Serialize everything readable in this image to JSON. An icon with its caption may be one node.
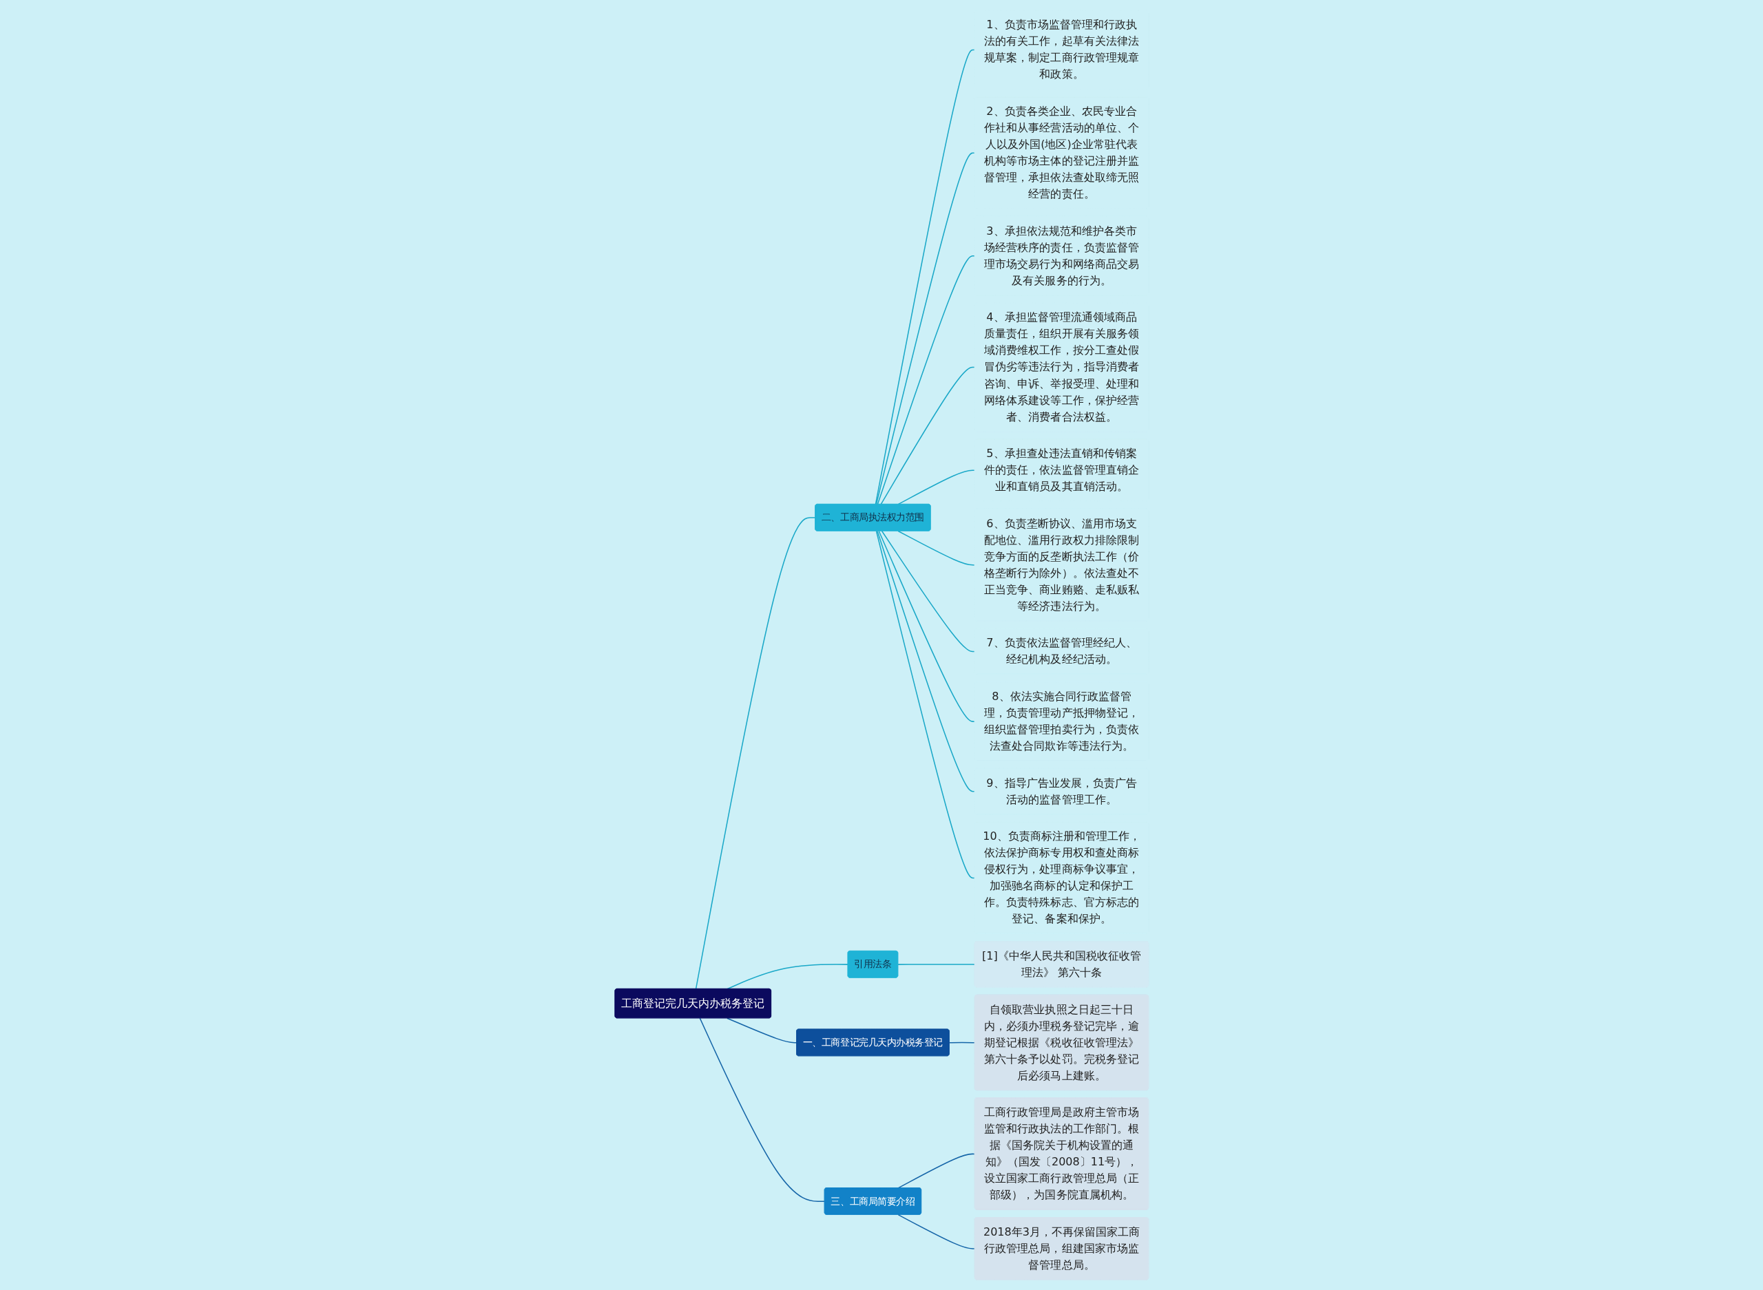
{
  "diagram": {
    "nodes": [
      {
        "text": [
          "工商登记完几天内办税务登记"
        ]
      },
      {
        "text": [
          "二、工商局执法权力范围"
        ]
      },
      {
        "text": [
          "1、负责市场监督管理和行政执法的有关工作，起草有关法律法规草案，制定工商行政管理规章和政策。"
        ]
      },
      {
        "text": [
          "2、负责各类企业、农民专业合作社和从事经营活动的单位、个人以及外国(地区)企业常驻代表机构等市场主体的登记注册并监督管理，承担依法查处取缔无照经营的责任。"
        ]
      },
      {
        "text": [
          "3、承担依法规范和维护各类市场经营秩序的责任，负责监督管理市场交易行为和网络商品交易及有关服务的行为。"
        ]
      },
      {
        "text": [
          "4、承担监督管理流通领域商品质量责任，组织开展有关服务领域消费维权工作，按分工查处假冒伪劣等违法行为，指导消费者咨询、申诉、举报受理、处理和网络体系建设等工作，保护经营者、消费者合法权益。"
        ]
      },
      {
        "text": [
          "5、承担查处违法直销和传销案件的责任，依法监督管理直销企业和直销员及其直销活动。"
        ]
      },
      {
        "text": [
          "6、负责垄断协议、滥用市场支配地位、滥用行政权力排除限制竞争方面的反垄断执法工作（价格垄断行为除外）。依法查处不正当竞争、商业贿赂、走私贩私等经济违法行为。"
        ]
      },
      {
        "text": [
          "7、负责依法监督管理经纪人、经纪机构及经纪活动。"
        ]
      },
      {
        "text": [
          "8、依法实施合同行政监督管理，负责管理动产抵押物登记，组织监督管理拍卖行为，负责依法查处合同欺诈等违法行为。"
        ]
      },
      {
        "text": [
          "9、指导广告业发展，负责广告活动的监督管理工作。"
        ]
      },
      {
        "text": [
          "10、负责商标注册和管理工作，依法保护商标专用权和查处商标侵权行为，处理商标争议事宜，加强驰名商标的认定和保护工作。负责特殊标志、官方标志的登记、备案和保护。"
        ]
      },
      {
        "text": [
          "引用法条"
        ]
      },
      {
        "text": [
          "[1]《中华人民共和国税收征收管理法》 第六十条"
        ]
      },
      {
        "text": [
          "一、工商登记完几天内办税务登记"
        ]
      },
      {
        "text": [
          "自领取营业执照之日起三十日内，必须办理税务登记完毕，逾期登记根据《税收征收管理法》第六十条予以处罚。完税务登记后必须马上建账。"
        ]
      },
      {
        "text": [
          "三、工商局简要介绍"
        ]
      },
      {
        "text": [
          "工商行政管理局是政府主管市场监管和行政执法的工作部门。根据《国务院关于机构设置的通知》（国发〔2008〕11号），设立国家工商行政管理总局（正部级），为国务院直属机构。"
        ]
      },
      {
        "text": [
          "2018年3月，不再保留国家工商行政管理总局，组建国家市场监督管理总局。"
        ]
      }
    ],
    "edges": [
      {
        "from": 0,
        "to": 1,
        "arrow": "none"
      },
      {
        "from": 1,
        "to": 2,
        "arrow": "none"
      },
      {
        "from": 1,
        "to": 3,
        "arrow": "none"
      },
      {
        "from": 1,
        "to": 4,
        "arrow": "none"
      },
      {
        "from": 1,
        "to": 5,
        "arrow": "none"
      },
      {
        "from": 1,
        "to": 6,
        "arrow": "none"
      },
      {
        "from": 1,
        "to": 7,
        "arrow": "none"
      },
      {
        "from": 1,
        "to": 8,
        "arrow": "none"
      },
      {
        "from": 1,
        "to": 9,
        "arrow": "none"
      },
      {
        "from": 1,
        "to": 10,
        "arrow": "none"
      },
      {
        "from": 1,
        "to": 11,
        "arrow": "none"
      },
      {
        "from": 0,
        "to": 12,
        "arrow": "none"
      },
      {
        "from": 12,
        "to": 13,
        "arrow": "none"
      },
      {
        "from": 0,
        "to": 14,
        "arrow": "none",
        "color": "#1565a8"
      },
      {
        "from": 14,
        "to": 15,
        "arrow": "none",
        "color": "#1565a8"
      },
      {
        "from": 0,
        "to": 16,
        "arrow": "none",
        "color": "#1565a8"
      },
      {
        "from": 16,
        "to": 17,
        "arrow": "none",
        "color": "#1565a8"
      },
      {
        "from": 16,
        "to": 18,
        "arrow": "none",
        "color": "#1565a8"
      }
    ]
  }
}
